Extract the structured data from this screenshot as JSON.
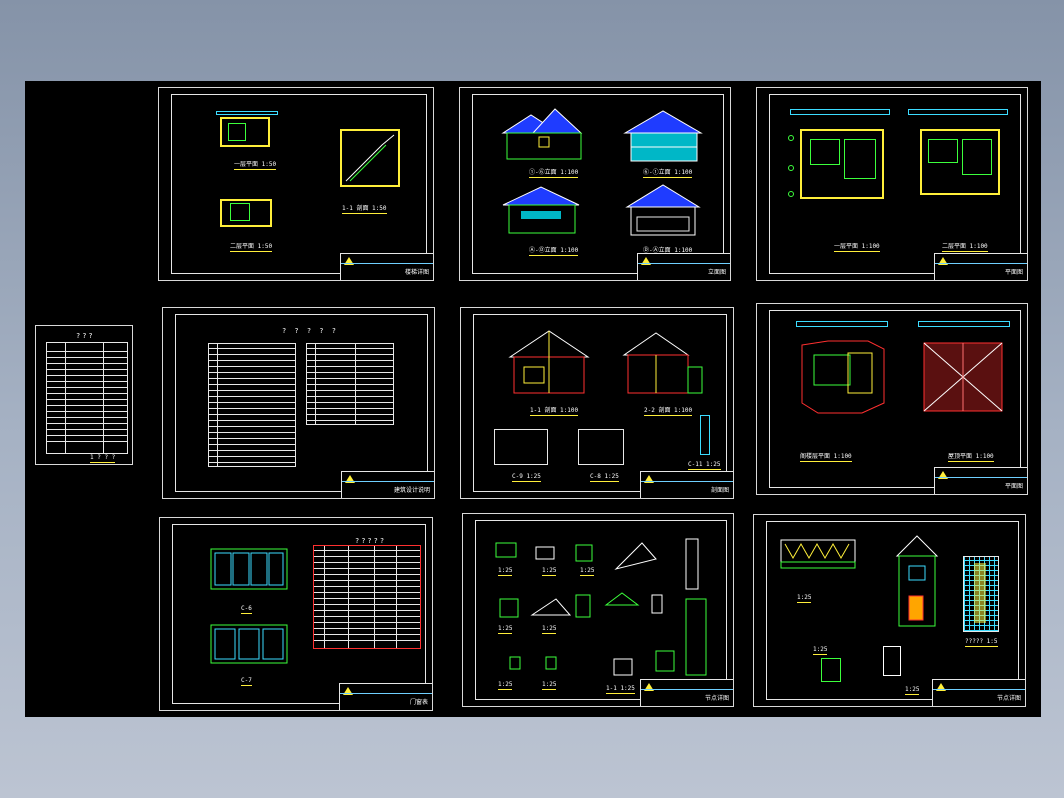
{
  "canvas": {
    "background": "#000000"
  },
  "index_sheet": {
    "title": "???",
    "footer": "1 ? ? ?"
  },
  "sheets": [
    {
      "id": "stair",
      "captions": [
        "一层平面 1:50",
        "1-1 剖面 1:50",
        "二层平面 1:50"
      ],
      "title_block": "楼梯详图"
    },
    {
      "id": "elevations",
      "captions": [
        "①-⑥立面 1:100",
        "⑥-①立面 1:100",
        "Ⓐ-Ⓓ立面 1:100",
        "Ⓓ-Ⓐ立面 1:100"
      ],
      "title_block": "立面图"
    },
    {
      "id": "plans-1-2",
      "captions": [
        "一层平面 1:100",
        "二层平面 1:100"
      ],
      "title_block": "平面图"
    },
    {
      "id": "notes",
      "heading": "? ? ? ? ?",
      "title_block": "建筑设计说明"
    },
    {
      "id": "sections",
      "captions": [
        "1-1 剖面 1:100",
        "2-2 剖面 1:100",
        "C-9 1:25",
        "C-8 1:25",
        "C-11 1:25"
      ],
      "title_block": "剖面图"
    },
    {
      "id": "plans-3-roof",
      "captions": [
        "阁楼层平面 1:100",
        "屋顶平面 1:100"
      ],
      "title_block": "平面图"
    },
    {
      "id": "windows",
      "captions": [
        "C-6",
        "C-7"
      ],
      "schedule_title": "?????",
      "title_block": "门窗表"
    },
    {
      "id": "details-1",
      "captions": [
        "1:25",
        "1:25",
        "1:25",
        "1:25",
        "1:25",
        "1:25",
        "1:25",
        "1-1 1:25"
      ],
      "title_block": "节点详图"
    },
    {
      "id": "details-2",
      "captions": [
        "1:25",
        "1:25",
        "1:25",
        "?????  1:5"
      ],
      "title_block": "节点详图"
    }
  ]
}
